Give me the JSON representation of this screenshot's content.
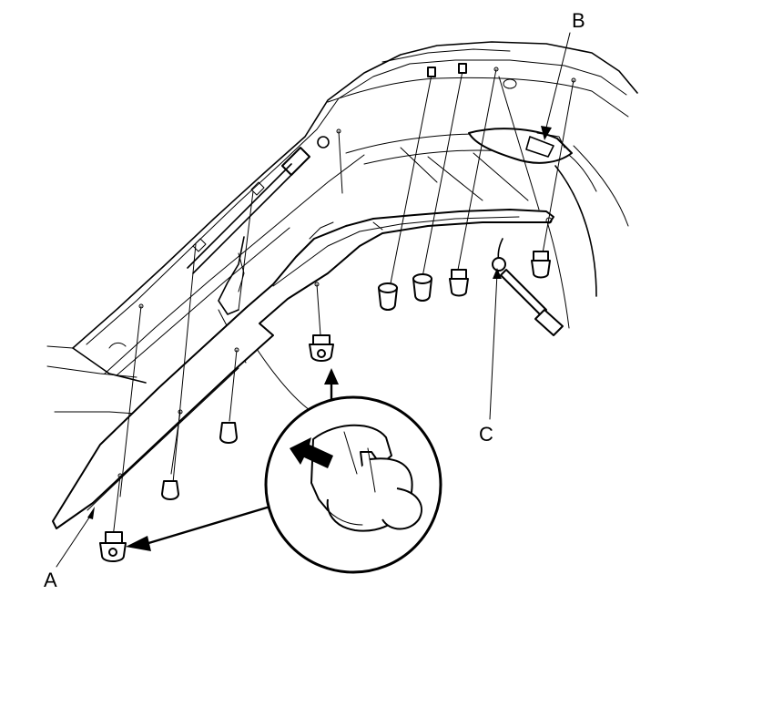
{
  "callouts": {
    "a": "A",
    "b": "B",
    "c": "C"
  },
  "icons": {
    "push_direction": "arrow-icon",
    "clip": "clip-icon",
    "bolt": "bolt-icon",
    "connector": "connector-icon"
  }
}
